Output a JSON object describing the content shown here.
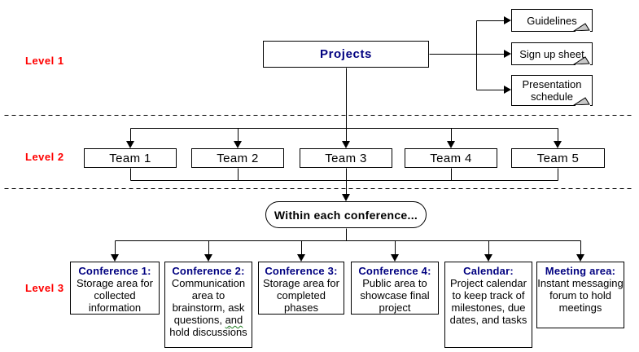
{
  "diagram": {
    "level_labels": [
      {
        "text": "Level 1"
      },
      {
        "text": "Level 2"
      },
      {
        "text": "Level 3"
      }
    ],
    "root": {
      "label": "Projects"
    },
    "notes": [
      {
        "label": "Guidelines"
      },
      {
        "label": "Sign up sheet"
      },
      {
        "label": "Presentation schedule"
      }
    ],
    "teams": [
      {
        "label": "Team 1"
      },
      {
        "label": "Team 2"
      },
      {
        "label": "Team 3"
      },
      {
        "label": "Team 4"
      },
      {
        "label": "Team 5"
      }
    ],
    "callout": {
      "label": "Within each conference..."
    },
    "areas": [
      {
        "title": "Conference 1:",
        "description": "Storage area for collected information"
      },
      {
        "title": "Conference 2:",
        "description_before": "Communication area to brainstorm, ask questions, ",
        "description_flagged": "and",
        "description_after": " hold discussions"
      },
      {
        "title": "Conference 3:",
        "description": "Storage area for completed phases"
      },
      {
        "title": "Conference 4:",
        "description": "Public area to showcase final project"
      },
      {
        "title": "Calendar:",
        "description": "Project calendar to keep track of milestones, due dates, and tasks"
      },
      {
        "title": "Meeting area:",
        "description": "Instant messaging forum to hold meetings"
      }
    ],
    "colors": {
      "level_label": "#ff0000",
      "node_title": "#000080",
      "body_text": "#000000",
      "border": "#000000",
      "note_fold": "#c8c8c8",
      "grammar_squiggle": "#1e7d1e",
      "background": "#ffffff"
    }
  }
}
